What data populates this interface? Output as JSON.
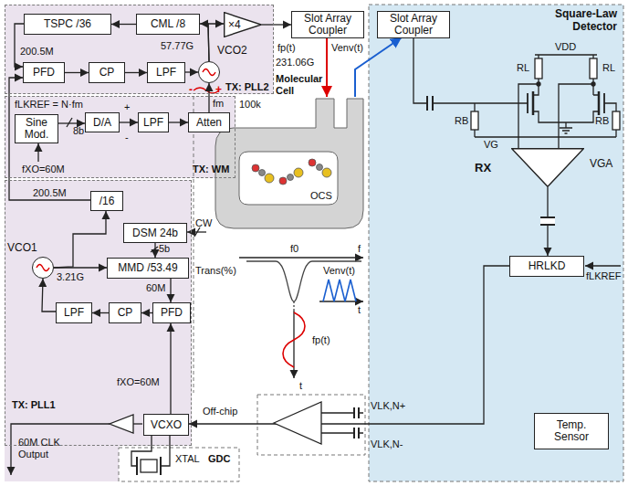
{
  "diagram": {
    "nodes": [
      {
        "text": [
          "TX: PLL2"
        ]
      },
      {
        "text": [
          "TSPC /36"
        ],
        "in": 0
      },
      {
        "text": [
          "CML /8"
        ],
        "in": 0
      },
      {
        "text": [
          "×4"
        ],
        "in": 0
      },
      {
        "text": [
          "PFD"
        ],
        "in": 0
      },
      {
        "text": [
          "CP"
        ],
        "in": 0
      },
      {
        "text": [
          "LPF"
        ],
        "in": 0
      },
      {
        "text": [
          "VCO2"
        ],
        "in": 0
      },
      {
        "text": [
          "Slot Array Coupler"
        ]
      },
      {
        "text": [
          "Slot Array Coupler"
        ]
      },
      {
        "text": [
          "TX: WM"
        ]
      },
      {
        "text": [
          "Sine Mod."
        ],
        "in": 10
      },
      {
        "text": [
          "D/A"
        ],
        "in": 10
      },
      {
        "text": [
          "LPF"
        ],
        "in": 10
      },
      {
        "text": [
          "Atten"
        ],
        "in": 10
      },
      {
        "text": [
          "TX: PLL1"
        ]
      },
      {
        "text": [
          "/16"
        ],
        "in": 15
      },
      {
        "text": [
          "DSM 24b"
        ],
        "in": 15
      },
      {
        "text": [
          "VCO1"
        ],
        "in": 15
      },
      {
        "text": [
          "MMD /53.49"
        ],
        "in": 15
      },
      {
        "text": [
          "LPF"
        ],
        "in": 15
      },
      {
        "text": [
          "CP"
        ],
        "in": 15
      },
      {
        "text": [
          "PFD"
        ],
        "in": 15
      },
      {
        "text": [
          "VCXO"
        ],
        "in": 15
      },
      {
        "text": [
          "VGA"
        ]
      },
      {
        "text": [
          "HRLKD"
        ]
      },
      {
        "text": [
          "Temp. Sensor"
        ]
      }
    ],
    "edges": [
      {
        "from": 4,
        "to": 5,
        "arrow": "to"
      },
      {
        "from": 5,
        "to": 6,
        "arrow": "to"
      },
      {
        "from": 6,
        "to": 7,
        "arrow": "to"
      },
      {
        "from": 7,
        "to": 3,
        "arrow": "to"
      },
      {
        "from": 3,
        "to": 8,
        "arrow": "to"
      },
      {
        "from": 7,
        "to": 2,
        "arrow": "to"
      },
      {
        "from": 2,
        "to": 1,
        "arrow": "to"
      },
      {
        "from": 1,
        "to": 4,
        "arrow": "to"
      },
      {
        "from": 16,
        "to": 4,
        "arrow": "to"
      },
      {
        "from": 11,
        "to": 12,
        "arrow": "to"
      },
      {
        "from": 12,
        "to": 13,
        "arrow": "to"
      },
      {
        "from": 13,
        "to": 14,
        "arrow": "to"
      },
      {
        "from": 14,
        "to": 7,
        "arrow": "to"
      },
      {
        "from": 22,
        "to": 21,
        "arrow": "to"
      },
      {
        "from": 21,
        "to": 20,
        "arrow": "to"
      },
      {
        "from": 20,
        "to": 18,
        "arrow": "to"
      },
      {
        "from": 18,
        "to": 19,
        "arrow": "to"
      },
      {
        "from": 18,
        "to": 16,
        "arrow": "to"
      },
      {
        "from": 19,
        "to": 22,
        "arrow": "to"
      },
      {
        "from": 17,
        "to": 19,
        "arrow": "to"
      },
      {
        "from": 23,
        "to": 22,
        "arrow": "to"
      },
      {
        "from": 24,
        "to": 25,
        "arrow": "to"
      },
      {
        "from": 25,
        "to": 23,
        "arrow": "to"
      }
    ],
    "labels": [
      "200.5M",
      "57.77G",
      "-",
      "+",
      "fLKREF = N·fm",
      "8b",
      "fXO=60M",
      "+",
      "-",
      "fm",
      "100k",
      "200.5M",
      "3.21G",
      "5b",
      "CW",
      "60M",
      "fXO=60M",
      "60M CLK Output",
      "XTAL",
      "GDC",
      "Off-chip",
      "VLK,N+",
      "VLK,N-",
      "fp(t)",
      "231.06G",
      "Venv(t)",
      "Molecular Cell",
      "OCS",
      "Trans(%)",
      "f0",
      "f",
      "Venv(t)",
      "t",
      "fp(t)",
      "t",
      "Square-Law Detector",
      "VDD",
      "RL",
      "RL",
      "RB",
      "RB",
      "VG",
      "RX",
      "fLKREF"
    ]
  }
}
